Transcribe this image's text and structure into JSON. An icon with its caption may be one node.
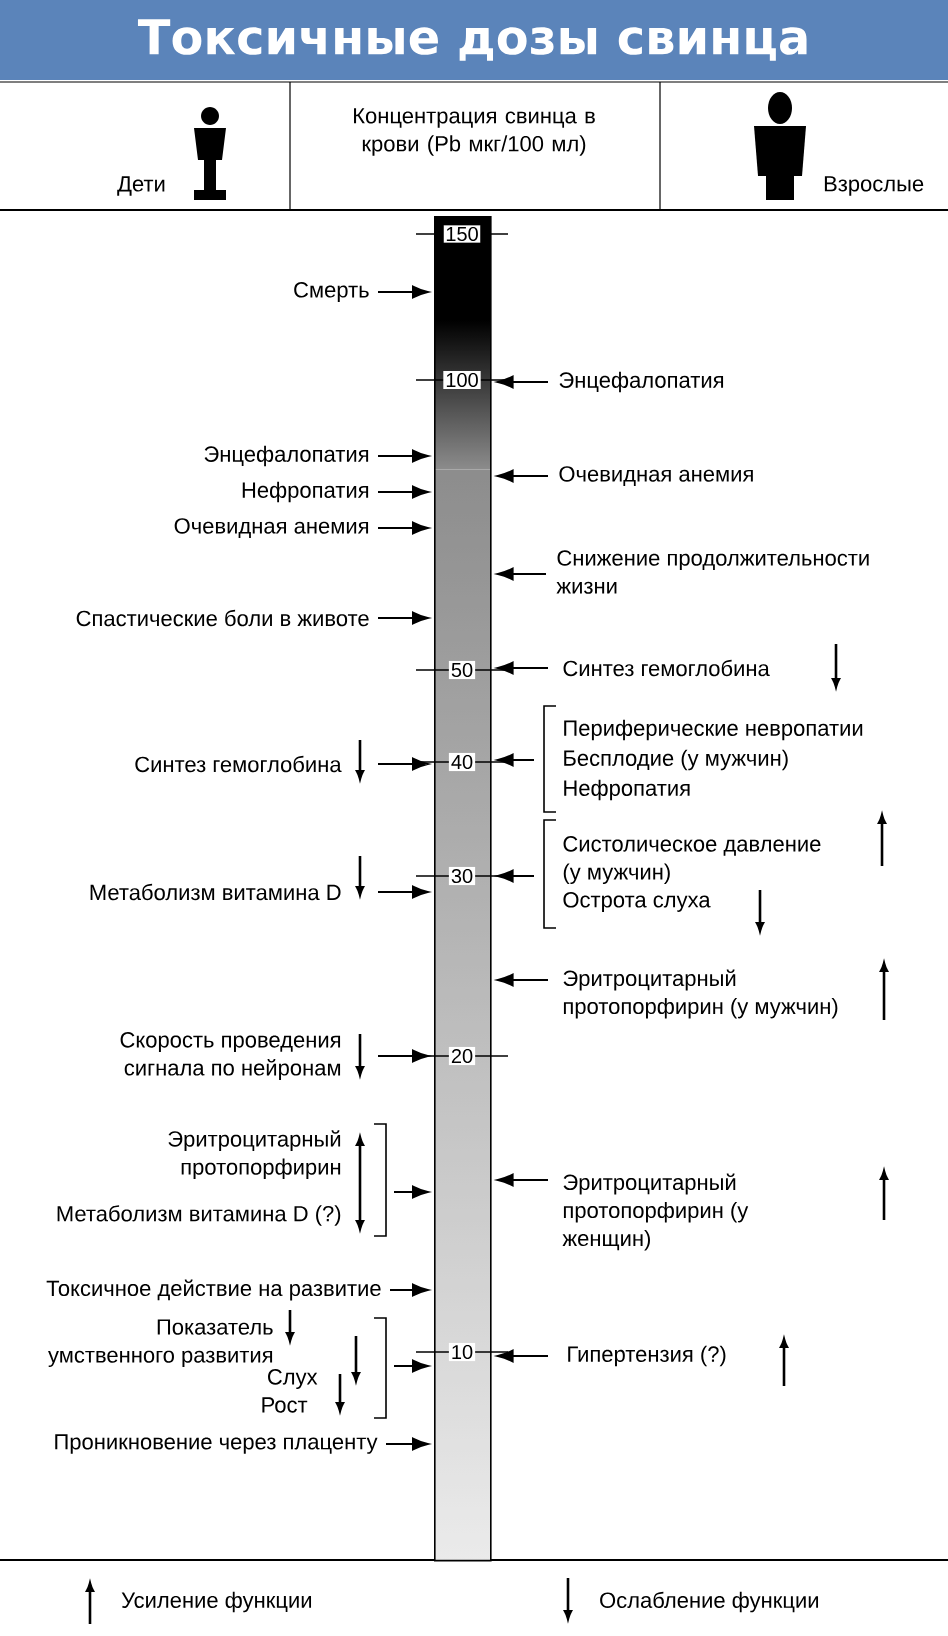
{
  "diagram": {
    "title": "Токсичные дозы свинца",
    "nodes": [
      {
        "text": [],
        "shape": "bar"
      },
      {
        "text": [
          "Смерть"
        ]
      },
      {
        "text": [
          "Энцефалопатия"
        ]
      },
      {
        "text": [
          "Нефропатия"
        ]
      },
      {
        "text": [
          "Очевидная анемия"
        ]
      },
      {
        "text": [
          "Спастические боли в животе"
        ]
      },
      {
        "text": [
          "Синтез гемоглобина"
        ]
      },
      {
        "text": [
          "Метаболизм витамина D"
        ]
      },
      {
        "text": [
          "Скорость проведения сигнала по нейронам"
        ]
      },
      {
        "text": [
          "Эритроцитарный протопорфирин",
          "Метаболизм витамина D (?)"
        ]
      },
      {
        "text": [
          "Токсичное действие на развитие"
        ]
      },
      {
        "text": [
          "Показатель умственного развития",
          "Слух",
          "Рост"
        ]
      },
      {
        "text": [
          "Проникновение через плаценту"
        ]
      },
      {
        "text": [
          "Энцефалопатия"
        ]
      },
      {
        "text": [
          "Очевидная анемия"
        ]
      },
      {
        "text": [
          "Снижение продолжительности жизни"
        ]
      },
      {
        "text": [
          "Синтез гемоглобина"
        ]
      },
      {
        "text": [
          "Периферические невропатии",
          "Бесплодие (у мужчин)",
          "Нефропатия"
        ]
      },
      {
        "text": [
          "Систолическое давление (у мужчин)",
          "Острота слуха"
        ]
      },
      {
        "text": [
          "Эритроцитарный протопорфирин (у мужчин)"
        ]
      },
      {
        "text": [
          "Эритроцитарный протопорфирин (у женщин)"
        ]
      },
      {
        "text": [
          "Гипертензия (?)"
        ]
      }
    ],
    "edges": [
      {
        "from": 1,
        "to": 0,
        "arrow": "to"
      },
      {
        "from": 2,
        "to": 0,
        "arrow": "to"
      },
      {
        "from": 3,
        "to": 0,
        "arrow": "to"
      },
      {
        "from": 4,
        "to": 0,
        "arrow": "to"
      },
      {
        "from": 5,
        "to": 0,
        "arrow": "to"
      },
      {
        "from": 6,
        "to": 0,
        "arrow": "to"
      },
      {
        "from": 7,
        "to": 0,
        "arrow": "to"
      },
      {
        "from": 8,
        "to": 0,
        "arrow": "to"
      },
      {
        "from": 9,
        "to": 0,
        "arrow": "to"
      },
      {
        "from": 10,
        "to": 0,
        "arrow": "to"
      },
      {
        "from": 11,
        "to": 0,
        "arrow": "to"
      },
      {
        "from": 12,
        "to": 0,
        "arrow": "to"
      },
      {
        "from": 13,
        "to": 0,
        "arrow": "to"
      },
      {
        "from": 14,
        "to": 0,
        "arrow": "to"
      },
      {
        "from": 15,
        "to": 0,
        "arrow": "to"
      },
      {
        "from": 16,
        "to": 0,
        "arrow": "to"
      },
      {
        "from": 17,
        "to": 0,
        "arrow": "to"
      },
      {
        "from": 18,
        "to": 0,
        "arrow": "to"
      },
      {
        "from": 19,
        "to": 0,
        "arrow": "to"
      },
      {
        "from": 20,
        "to": 0,
        "arrow": "to"
      },
      {
        "from": 21,
        "to": 0,
        "arrow": "to"
      }
    ],
    "labels": [
      "Дети",
      "Концентрация свинца в крови (Pb мкг/100 мл)",
      "Взрослые",
      "150",
      "100",
      "50",
      "40",
      "30",
      "20",
      "10"
    ],
    "legend": [
      {
        "text": "Усиление функции"
      },
      {
        "text": "Ослабление функции"
      }
    ]
  }
}
